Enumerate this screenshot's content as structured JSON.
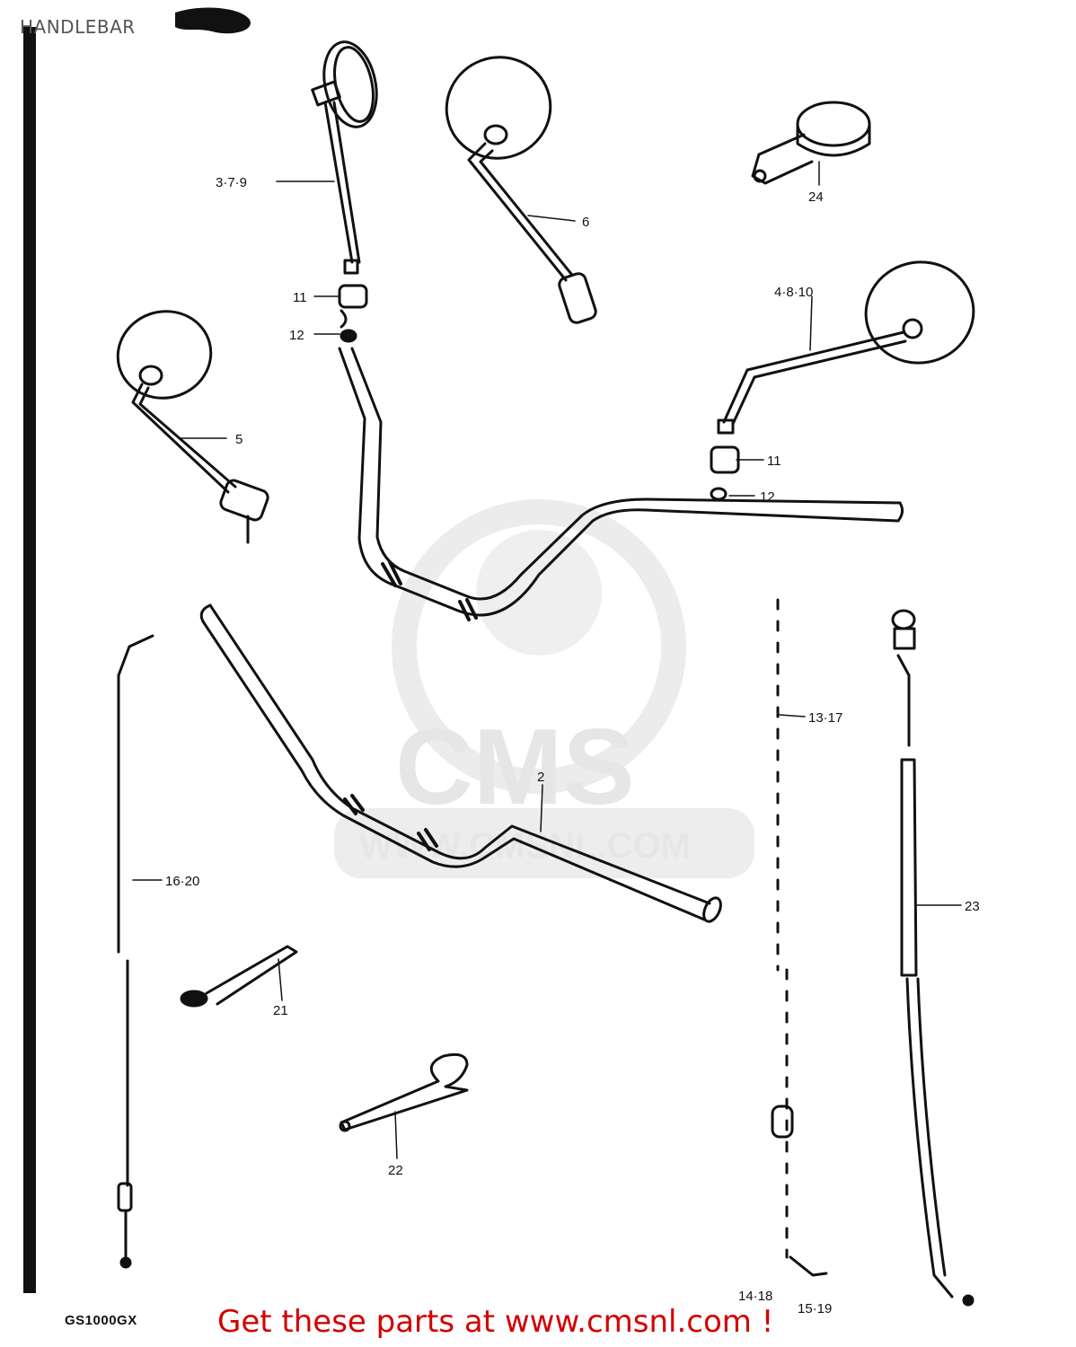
{
  "header": {
    "title": "HANDLEBAR"
  },
  "footer": {
    "model": "GS1000GX",
    "cta": "Get these parts at www.cmsnl.com !"
  },
  "watermark": {
    "brand": "CMS",
    "site": "WWW.CMSNL.COM"
  },
  "callouts": {
    "mirror_left_upper": "3·7·9",
    "mirror_left_lower": "6",
    "clamp_nut_a": "11",
    "clamp_bolt_a": "12",
    "mirror_far_left": "5",
    "mirror_right": "4·8·10",
    "clamp_nut_b": "11",
    "clamp_bolt_b": "12",
    "switch_housing": "24",
    "handlebar_lower": "2",
    "throttle_cable": "16·20",
    "cable_center": "13·17",
    "choke_cable": "23",
    "battery_lead": "21",
    "clip": "22",
    "bottom_a": "14·18",
    "bottom_b": "15·19"
  },
  "colors": {
    "line": "#111111",
    "cta": "#d40000",
    "watermark": "#e6e6e6"
  }
}
